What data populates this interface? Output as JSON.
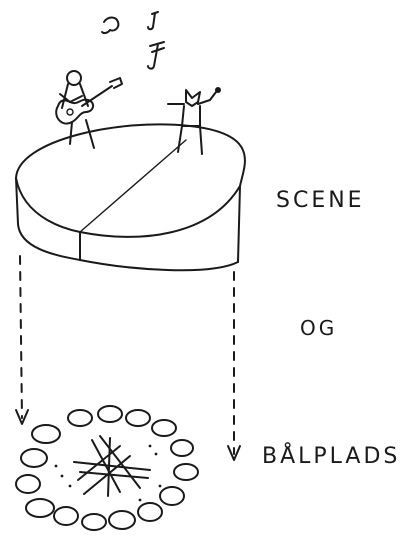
{
  "labels": {
    "scene": "SCENE",
    "og": "OG",
    "balplads": "BÅLPLADS"
  },
  "ink_color": "#1a1a1a",
  "background_color": "#ffffff"
}
